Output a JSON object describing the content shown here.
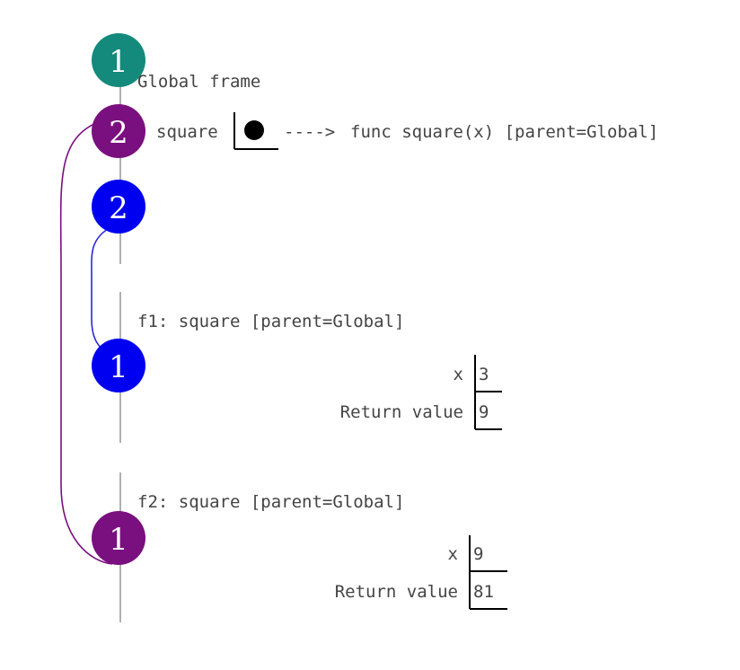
{
  "colors": {
    "teal": "#138a7b",
    "purple": "#7a0f7f",
    "blue": "#0000f0",
    "rail": "#b0b0b0",
    "text": "#444444",
    "ink": "#000000"
  },
  "global_frame": {
    "title": "Global frame",
    "badge": "1",
    "binding": {
      "name": "square",
      "arrow": "---->",
      "target": "func square(x) [parent=Global]"
    }
  },
  "markers": {
    "square_badge": "2",
    "call_badge": "2"
  },
  "frames": [
    {
      "title": "f1: square [parent=Global]",
      "badge": "1",
      "rows": [
        {
          "name": "x",
          "value": "3"
        },
        {
          "name": "Return value",
          "value": "9"
        }
      ]
    },
    {
      "title": "f2: square [parent=Global]",
      "badge": "1",
      "rows": [
        {
          "name": "x",
          "value": "9"
        },
        {
          "name": "Return value",
          "value": "81"
        }
      ]
    }
  ]
}
